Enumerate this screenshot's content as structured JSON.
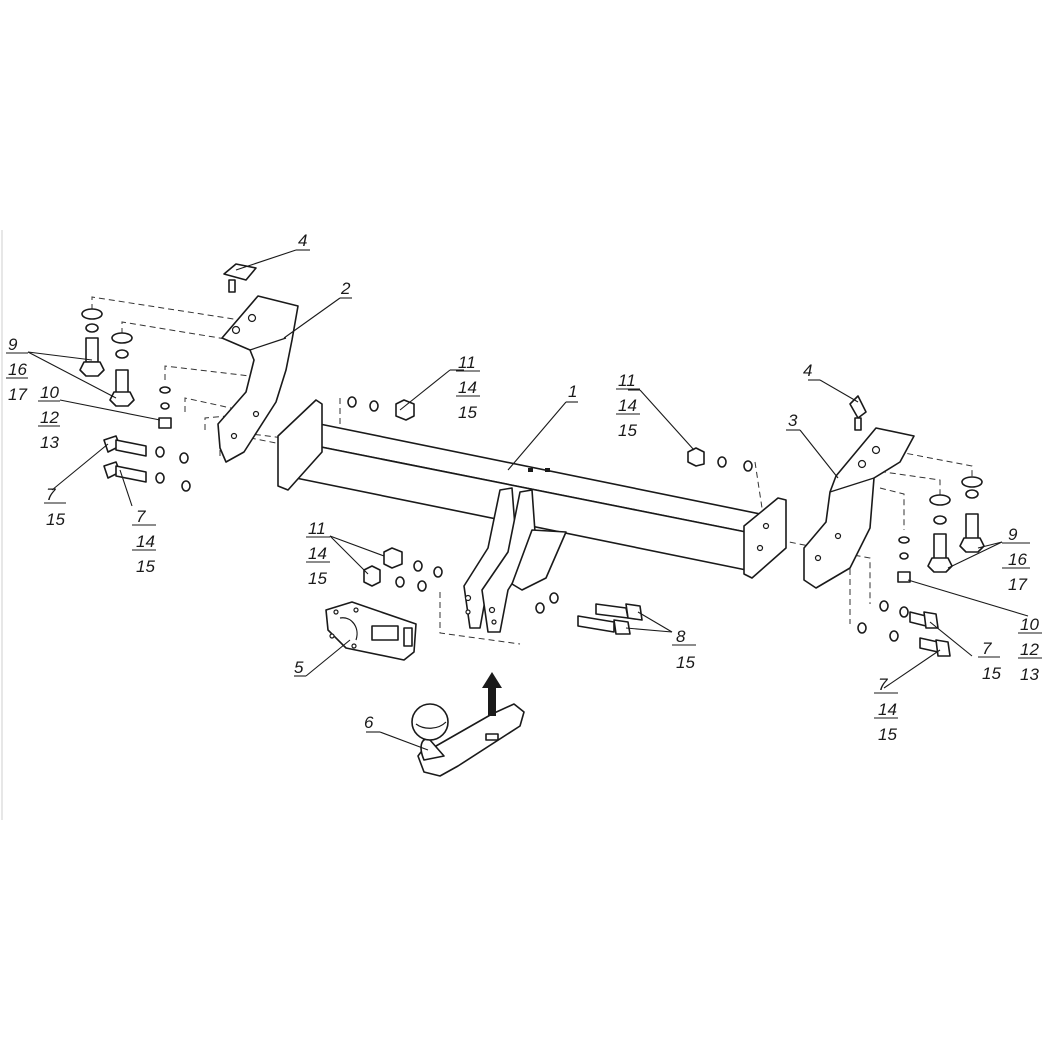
{
  "colors": {
    "line": "#1a1a1a",
    "background": "#ffffff"
  },
  "callouts": {
    "c1": [
      "1"
    ],
    "c2": [
      "2"
    ],
    "c3": [
      "3"
    ],
    "c4_left": [
      "4"
    ],
    "c4_right": [
      "4"
    ],
    "c5": [
      "5"
    ],
    "c6": [
      "6"
    ],
    "c9_left": [
      "9",
      "16",
      "17"
    ],
    "c10_left": [
      "10",
      "12",
      "13"
    ],
    "c7_left_a": [
      "7",
      "15"
    ],
    "c7_left_b": [
      "7",
      "14",
      "15"
    ],
    "c11_left_top": [
      "11",
      "14",
      "15"
    ],
    "c11_right_top": [
      "11",
      "14",
      "15"
    ],
    "c11_center": [
      "11",
      "14",
      "15"
    ],
    "c8": [
      "8",
      "15"
    ],
    "c9_right": [
      "9",
      "16",
      "17"
    ],
    "c10_right": [
      "10",
      "12",
      "13"
    ],
    "c7_right_a": [
      "7",
      "15"
    ],
    "c7_right_b": [
      "7",
      "14",
      "15"
    ]
  }
}
